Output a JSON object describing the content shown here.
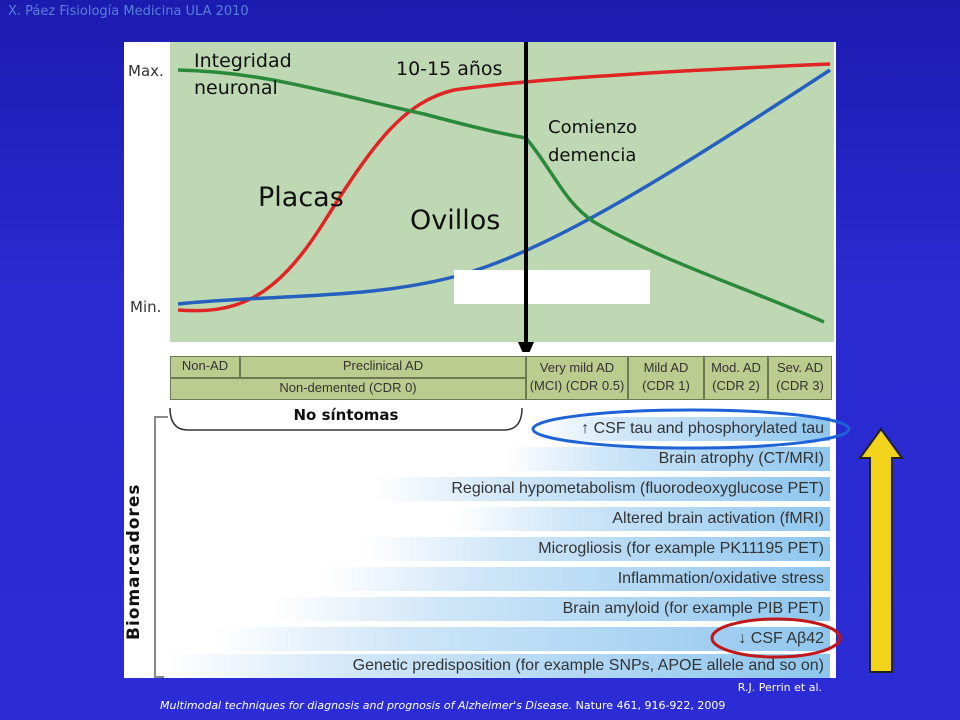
{
  "credit": "X. Páez Fisiología Medicina ULA 2010",
  "graph": {
    "integridad_line1": "Integridad",
    "integridad_line2": "neuronal",
    "years": "10-15 años",
    "comienzo_line1": "Comienzo",
    "comienzo_line2": "demencia",
    "placas": "Placas",
    "ovillos": "Ovillos",
    "max": "Max.",
    "min": "Min."
  },
  "colors": {
    "plaques": "#e02525",
    "tangles": "#2560c0",
    "integrity": "#2a8a3a",
    "stage_fill": "#bccc8e",
    "arrow": "#f2d21b"
  },
  "stages": {
    "non_ad": "Non-AD",
    "preclinical": "Preclinical AD",
    "non_demented": "Non-demented (CDR 0)",
    "very_mild_1": "Very mild AD",
    "very_mild_2": "(MCI) (CDR 0.5)",
    "mild_1": "Mild AD",
    "mild_2": "(CDR 1)",
    "mod_1": "Mod. AD",
    "mod_2": "(CDR 2)",
    "sev_1": "Sev. AD",
    "sev_2": "(CDR 3)"
  },
  "no_sintomas": "No síntomas",
  "biomarcadores": "Biomarcadores",
  "biomarkers": [
    "↑ CSF tau and phosphorylated tau",
    "Brain atrophy (CT/MRI)",
    "Regional hypometabolism (fluorodeoxyglucose PET)",
    "Altered brain activation (fMRI)",
    "Microgliosis (for example PK11195 PET)",
    "Inflammation/oxidative stress",
    "Brain amyloid (for example PIB PET)",
    "↓ CSF Aβ42",
    "Genetic predisposition (for example SNPs, APOE allele and so on)"
  ],
  "citation_author": "R.J. Perrin et al.",
  "citation_title": "Multimodal techniques for diagnosis and prognosis of Alzheimer's Disease.",
  "citation_ref": " Nature 461, 916-922, 2009"
}
